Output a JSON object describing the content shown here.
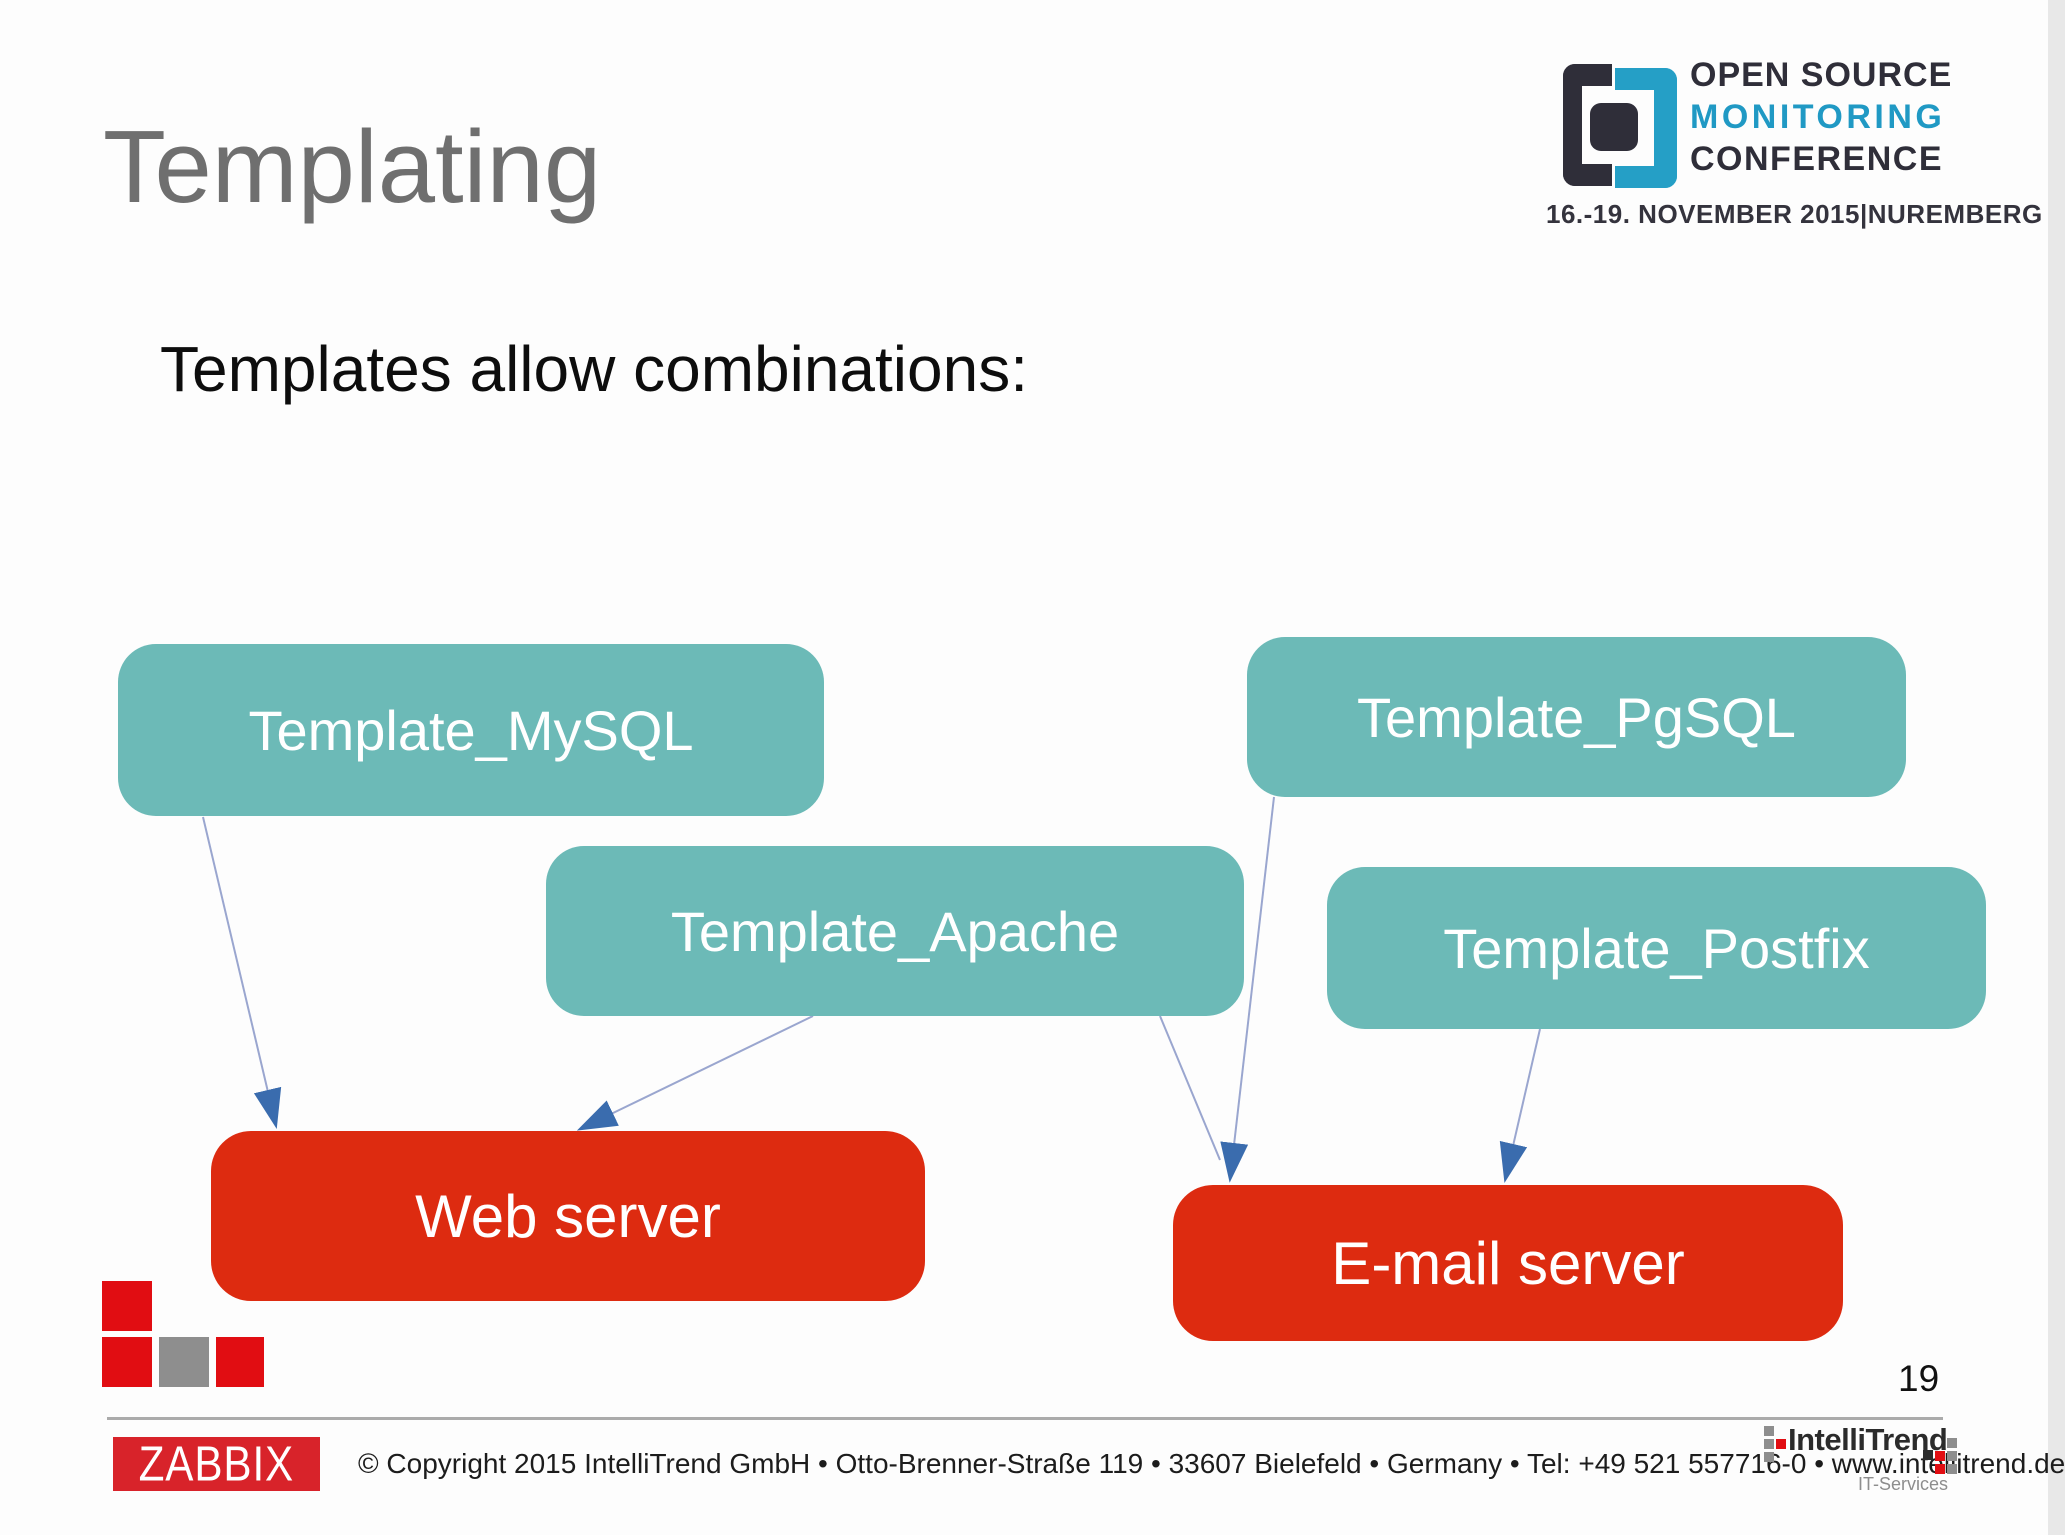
{
  "slide": {
    "title": "Templating",
    "subtitle": "Templates allow combinations:",
    "page_number": "19"
  },
  "osmc_logo": {
    "line1": "OPEN SOURCE",
    "line2": "MONITORING",
    "line3": "CONFERENCE",
    "date": "16.-19. NOVEMBER 2015",
    "separator": "|",
    "city": "NUREMBERG"
  },
  "diagram": {
    "templates": [
      {
        "id": "template-mysql",
        "label": "Template_MySQL"
      },
      {
        "id": "template-pgsql",
        "label": "Template_PgSQL"
      },
      {
        "id": "template-apache",
        "label": "Template_Apache"
      },
      {
        "id": "template-postfix",
        "label": "Template_Postfix"
      }
    ],
    "servers": [
      {
        "id": "web-server",
        "label": "Web server"
      },
      {
        "id": "email-server",
        "label": "E-mail server"
      }
    ],
    "edges": [
      {
        "from": "Template_MySQL",
        "to": "Web server"
      },
      {
        "from": "Template_Apache",
        "to": "Web server"
      },
      {
        "from": "Template_PgSQL",
        "to": "E-mail server"
      },
      {
        "from": "Template_Apache",
        "to": "E-mail server"
      },
      {
        "from": "Template_Postfix",
        "to": "E-mail server"
      }
    ],
    "colors": {
      "template_box": "#6cbab7",
      "server_box": "#dd2b10",
      "arrow_head": "#3a6cae",
      "arrow_line": "#9aa6cf"
    }
  },
  "footer": {
    "zabbix": "ZABBIX",
    "copyright": "© Copyright 2015 IntelliTrend GmbH  •  Otto-Brenner-Straße 119  •  33607 Bielefeld  •  Germany  •  Tel: +49 521 557716-0  •  www.intellitrend.de",
    "intellitrend": "IntelliTrend",
    "intellitrend_sub": "IT-Services"
  }
}
